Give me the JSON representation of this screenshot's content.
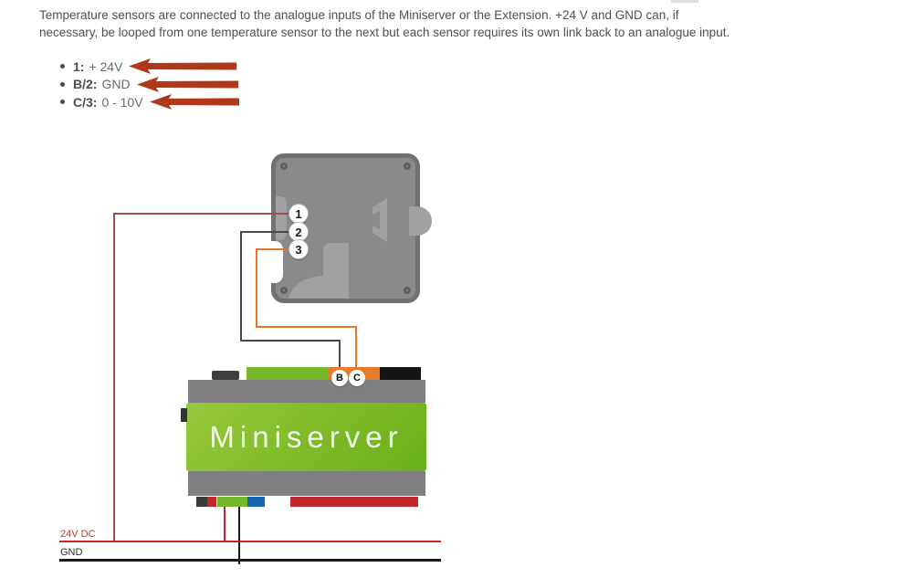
{
  "intro": {
    "lines": [
      "Temperature sensors are connected to the analogue inputs of the Miniserver or the Extension. +24 V and GND can, if",
      "necessary, be looped from one temperature sensor to the next but each sensor requires its own link back to an analogue input."
    ]
  },
  "legend": {
    "items": [
      {
        "label": "1:",
        "value": "+ 24V"
      },
      {
        "label": "B/2:",
        "value": "GND"
      },
      {
        "label": "C/3:",
        "value": "0 - 10V"
      }
    ]
  },
  "diagram": {
    "sensor": {
      "terminals": [
        "1",
        "2",
        "3"
      ]
    },
    "miniserver": {
      "label": "Miniserver",
      "terminals": [
        "B",
        "C"
      ]
    },
    "bus": {
      "power_label": "24V DC",
      "ground_label": "GND"
    }
  },
  "colors": {
    "arrow": "#b0371a",
    "wire_24v": "#a84a45",
    "wire_gnd": "#4a4a4a",
    "wire_signal": "#e8762d",
    "bus_power": "#cc2222",
    "bus_ground": "#1a1a1a",
    "device_green": "#76b82a",
    "terminal_orange": "#e87a2e"
  }
}
